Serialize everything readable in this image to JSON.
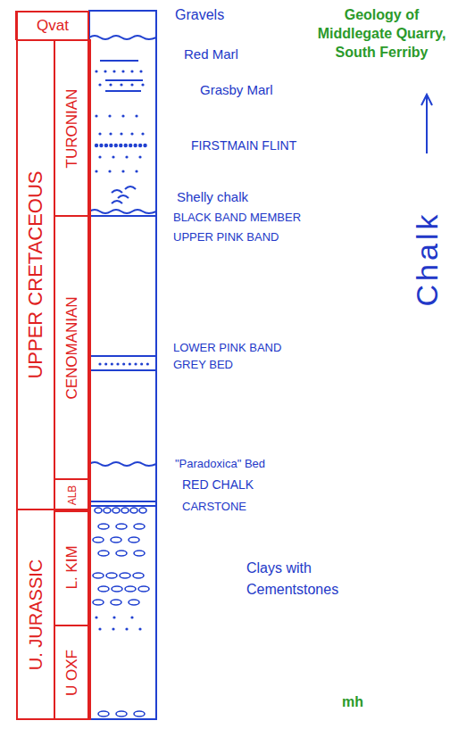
{
  "diagram": {
    "title": "Geology of Middlegate Quarry, South Ferriby",
    "nodes": [
      {
        "text": [
          "Qvat"
        ]
      },
      {
        "text": [
          "UPPER CRETACEOUS"
        ]
      },
      {
        "text": [
          "TURONIAN"
        ],
        "in": 1
      },
      {
        "text": [
          "CENOMANIAN"
        ],
        "in": 1
      },
      {
        "text": [
          "ALB"
        ],
        "in": 1
      },
      {
        "text": [
          "U. JURASSIC"
        ]
      },
      {
        "text": [
          "L. KIM"
        ],
        "in": 5
      },
      {
        "text": [
          "U OXF"
        ],
        "in": 5
      }
    ],
    "labels": [
      "Gravels",
      "Red Marl",
      "Grasby Marl",
      "FIRSTMAIN FLINT",
      "Shelly chalk",
      "BLACK BAND MEMBER",
      "UPPER PINK BAND",
      "LOWER PINK BAND",
      "GREY BED",
      "\"Paradoxica\" Bed",
      "RED CHALK",
      "CARSTONE",
      "Chalk",
      "Clays with Cementstones",
      "mh"
    ]
  }
}
